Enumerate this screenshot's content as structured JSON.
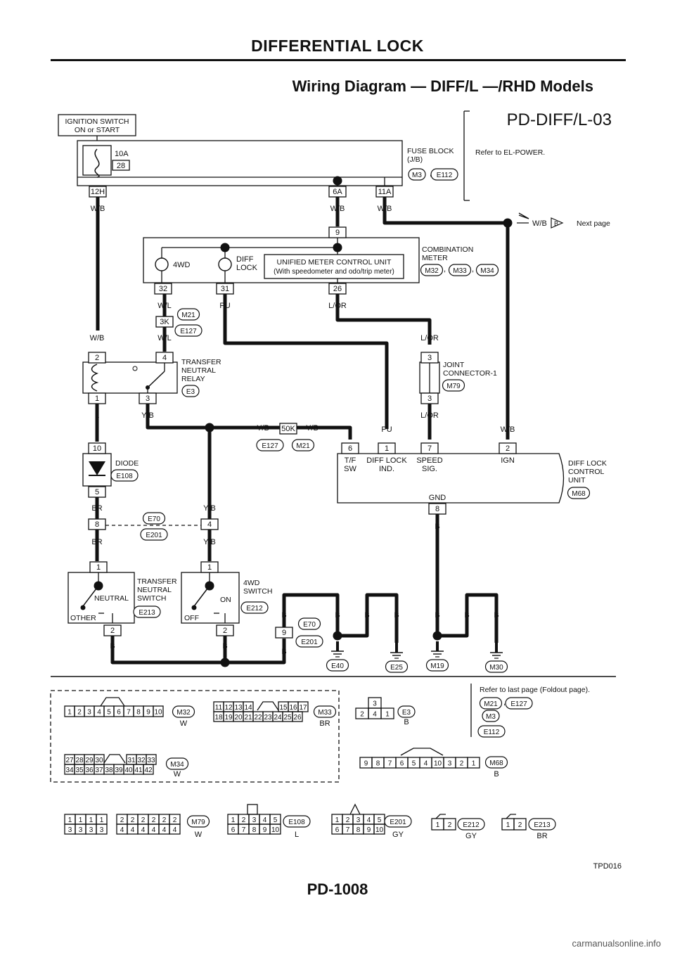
{
  "header": {
    "section_title": "DIFFERENTIAL LOCK",
    "diagram_title": "Wiring Diagram — DIFF/L —/RHD Models"
  },
  "footer": {
    "page_number": "PD-1008",
    "figure_code": "TPD016",
    "watermark": "carmanualsonline.info"
  },
  "diagram": {
    "code": "PD-DIFF/L-03",
    "ignition": [
      "IGNITION SWITCH",
      "ON or START"
    ],
    "fuse": {
      "rating": "10A",
      "number": "28",
      "block_label": [
        "FUSE BLOCK",
        "(J/B)"
      ],
      "connectors": [
        "M3",
        "E112"
      ],
      "refer": "Refer to EL-POWER.",
      "terminals": [
        "12H",
        "6A",
        "11A"
      ]
    },
    "wires": {
      "wb": "W/B",
      "wl": "W/L",
      "pu": "PU",
      "lor": "L/OR",
      "l": "L",
      "yb": "Y/B",
      "br": "BR",
      "b": "B"
    },
    "next_page": "Next page",
    "meter": {
      "label": [
        "COMBINATION",
        "METER"
      ],
      "connectors": [
        "M32",
        "M33",
        "M34"
      ],
      "lamp1": "4WD",
      "lamp2": [
        "DIFF",
        "LOCK"
      ],
      "unit": [
        "UNIFIED METER CONTROL UNIT",
        "(With speedometer and odo/trip meter)"
      ],
      "pins": [
        "9",
        "32",
        "31",
        "26"
      ]
    },
    "junction_3k": {
      "pin": "3K",
      "connectors": [
        "M21",
        "E127"
      ]
    },
    "relay": {
      "label": [
        "TRANSFER",
        "NEUTRAL",
        "RELAY"
      ],
      "connector": "E3",
      "pins": [
        "2",
        "4",
        "1",
        "3"
      ]
    },
    "joint": {
      "label": [
        "JOINT",
        "CONNECTOR-1"
      ],
      "connector": "M79",
      "pins": [
        "3",
        "3"
      ]
    },
    "junction_50k": {
      "pin": "50K",
      "connectors": [
        "E127",
        "M21"
      ]
    },
    "control_unit": {
      "label": [
        "DIFF LOCK",
        "CONTROL",
        "UNIT"
      ],
      "connector": "M68",
      "pins": [
        "6",
        "1",
        "7",
        "2",
        "8"
      ],
      "terms": [
        "T/F",
        "SW",
        "DIFF LOCK",
        "IND.",
        "SPEED",
        "SIG.",
        "IGN",
        "GND"
      ]
    },
    "diode": {
      "label": "DIODE",
      "connector": "E108",
      "pins": [
        "10",
        "5"
      ]
    },
    "junction_e70": {
      "connectors": [
        "E70",
        "E201"
      ],
      "pins": [
        "8",
        "4",
        "9"
      ]
    },
    "tn_switch": {
      "label": [
        "TRANSFER",
        "NEUTRAL",
        "SWITCH"
      ],
      "connector": "E213",
      "pos1": "NEUTRAL",
      "pos2": "OTHER",
      "pins": [
        "1",
        "2"
      ]
    },
    "wd_switch": {
      "label": [
        "4WD",
        "SWITCH"
      ],
      "connector": "E212",
      "pos1": "ON",
      "pos2": "OFF",
      "pins": [
        "1",
        "2"
      ]
    },
    "grounds": [
      "E40",
      "E25",
      "M19",
      "M30"
    ]
  },
  "connectors_legend": {
    "refer_last": "Refer to last page (Foldout page).",
    "refer_codes": [
      "M21",
      "E127",
      "M3",
      "E112"
    ],
    "m32": {
      "code": "M32",
      "color": "W",
      "pins": [
        "1",
        "2",
        "3",
        "4",
        "5",
        "6",
        "7",
        "8",
        "9",
        "10"
      ]
    },
    "m33": {
      "code": "M33",
      "color": "BR",
      "top": [
        "11",
        "12",
        "13",
        "14",
        "15",
        "16",
        "17"
      ],
      "bottom": [
        "18",
        "19",
        "20",
        "21",
        "22",
        "23",
        "24",
        "25",
        "26"
      ]
    },
    "m34": {
      "code": "M34",
      "color": "W",
      "top": [
        "27",
        "28",
        "29",
        "30",
        "31",
        "32",
        "33"
      ],
      "bottom": [
        "34",
        "35",
        "36",
        "37",
        "38",
        "39",
        "40",
        "41",
        "42"
      ]
    },
    "e3": {
      "code": "E3",
      "color": "B",
      "pins": [
        "3",
        "2",
        "4",
        "1"
      ]
    },
    "m68": {
      "code": "M68",
      "color": "B",
      "pins": [
        "9",
        "8",
        "7",
        "6",
        "5",
        "4",
        "10",
        "3",
        "2",
        "1"
      ]
    },
    "m79": {
      "code": "M79",
      "color": "W",
      "top": [
        "1",
        "1",
        "1",
        "1",
        "2",
        "2",
        "2",
        "2",
        "2",
        "2"
      ],
      "bottom": [
        "3",
        "3",
        "3",
        "3",
        "4",
        "4",
        "4",
        "4",
        "4",
        "4"
      ]
    },
    "e108": {
      "code": "E108",
      "color": "L",
      "top": [
        "1",
        "2",
        "3",
        "4",
        "5"
      ],
      "bottom": [
        "6",
        "7",
        "8",
        "9",
        "10"
      ]
    },
    "e201": {
      "code": "E201",
      "color": "GY",
      "top": [
        "1",
        "2",
        "3",
        "4",
        "5"
      ],
      "bottom": [
        "6",
        "7",
        "8",
        "9",
        "10"
      ]
    },
    "e212": {
      "code": "E212",
      "color": "GY",
      "pins": [
        "1",
        "2"
      ]
    },
    "e213": {
      "code": "E213",
      "color": "BR",
      "pins": [
        "1",
        "2"
      ]
    }
  }
}
